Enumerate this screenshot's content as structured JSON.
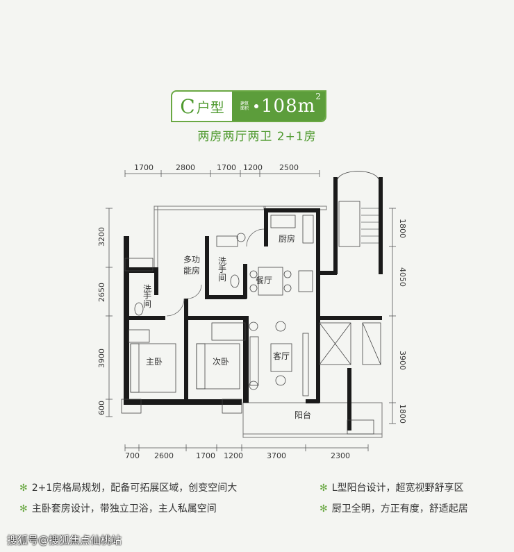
{
  "unit_type": {
    "letter": "C",
    "label": "户型",
    "area_caption_top": "建筑",
    "area_caption_bottom": "面积",
    "area_value": "108m",
    "area_sup": "2"
  },
  "subtitle": "两房两厅两卫   2+1房",
  "dims_top": [
    "1700",
    "2800",
    "1700",
    "1200",
    "2500"
  ],
  "dims_bottom": [
    "700",
    "2600",
    "1700",
    "1200",
    "3700",
    "2300"
  ],
  "dims_left": [
    "3200",
    "2650",
    "3900",
    "600"
  ],
  "dims_right": [
    "1800",
    "4050",
    "3900",
    "1800"
  ],
  "rooms": {
    "multi_function": "多功\n能房",
    "kitchen": "厨房",
    "dining": "餐厅",
    "wash_left": "洗\n手\n间",
    "wash_mid": "洗\n手\n间",
    "master_bedroom": "主卧",
    "second_bedroom": "次卧",
    "living": "客厅",
    "balcony": "阳台"
  },
  "features": [
    "2+1房格局规划，配备可拓展区域，创变空间大",
    "主卧套房设计，带独立卫浴，主人私属空间",
    "L型阳台设计，超宽视野舒享区",
    "厨卫全明，方正有度，舒适起居"
  ],
  "feature_bullet": "✻",
  "watermark": "搜狐号@搜狐焦点仙桃站",
  "colors": {
    "accent": "#5c9d3b",
    "wall": "#1a1a1a"
  }
}
